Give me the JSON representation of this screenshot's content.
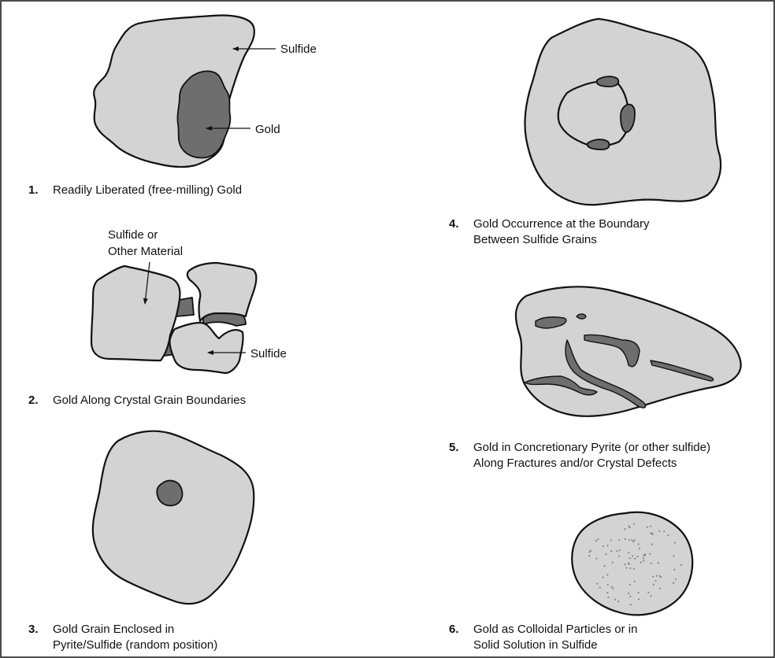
{
  "panels": [
    {
      "number": "1.",
      "caption_lines": [
        "Readily Liberated (free-milling) Gold"
      ],
      "labels": [
        "Sulfide",
        "Gold"
      ]
    },
    {
      "number": "2.",
      "caption_lines": [
        "Gold Along Crystal Grain Boundaries"
      ],
      "labels": [
        "Sulfide or",
        "Other Material",
        "Sulfide"
      ]
    },
    {
      "number": "3.",
      "caption_lines": [
        "Gold Grain Enclosed in",
        "Pyrite/Sulfide (random position)"
      ],
      "labels": []
    },
    {
      "number": "4.",
      "caption_lines": [
        "Gold Occurrence at the Boundary",
        "Between Sulfide Grains"
      ],
      "labels": []
    },
    {
      "number": "5.",
      "caption_lines": [
        "Gold in Concretionary Pyrite (or other sulfide)",
        "Along Fractures and/or Crystal Defects"
      ],
      "labels": []
    },
    {
      "number": "6.",
      "caption_lines": [
        "Gold as Colloidal Particles or in",
        "Solid Solution in Sulfide"
      ],
      "labels": []
    }
  ],
  "colors": {
    "sulfide_fill": "#d3d3d3",
    "gold_fill": "#6e6e6e",
    "outline": "#111111"
  }
}
